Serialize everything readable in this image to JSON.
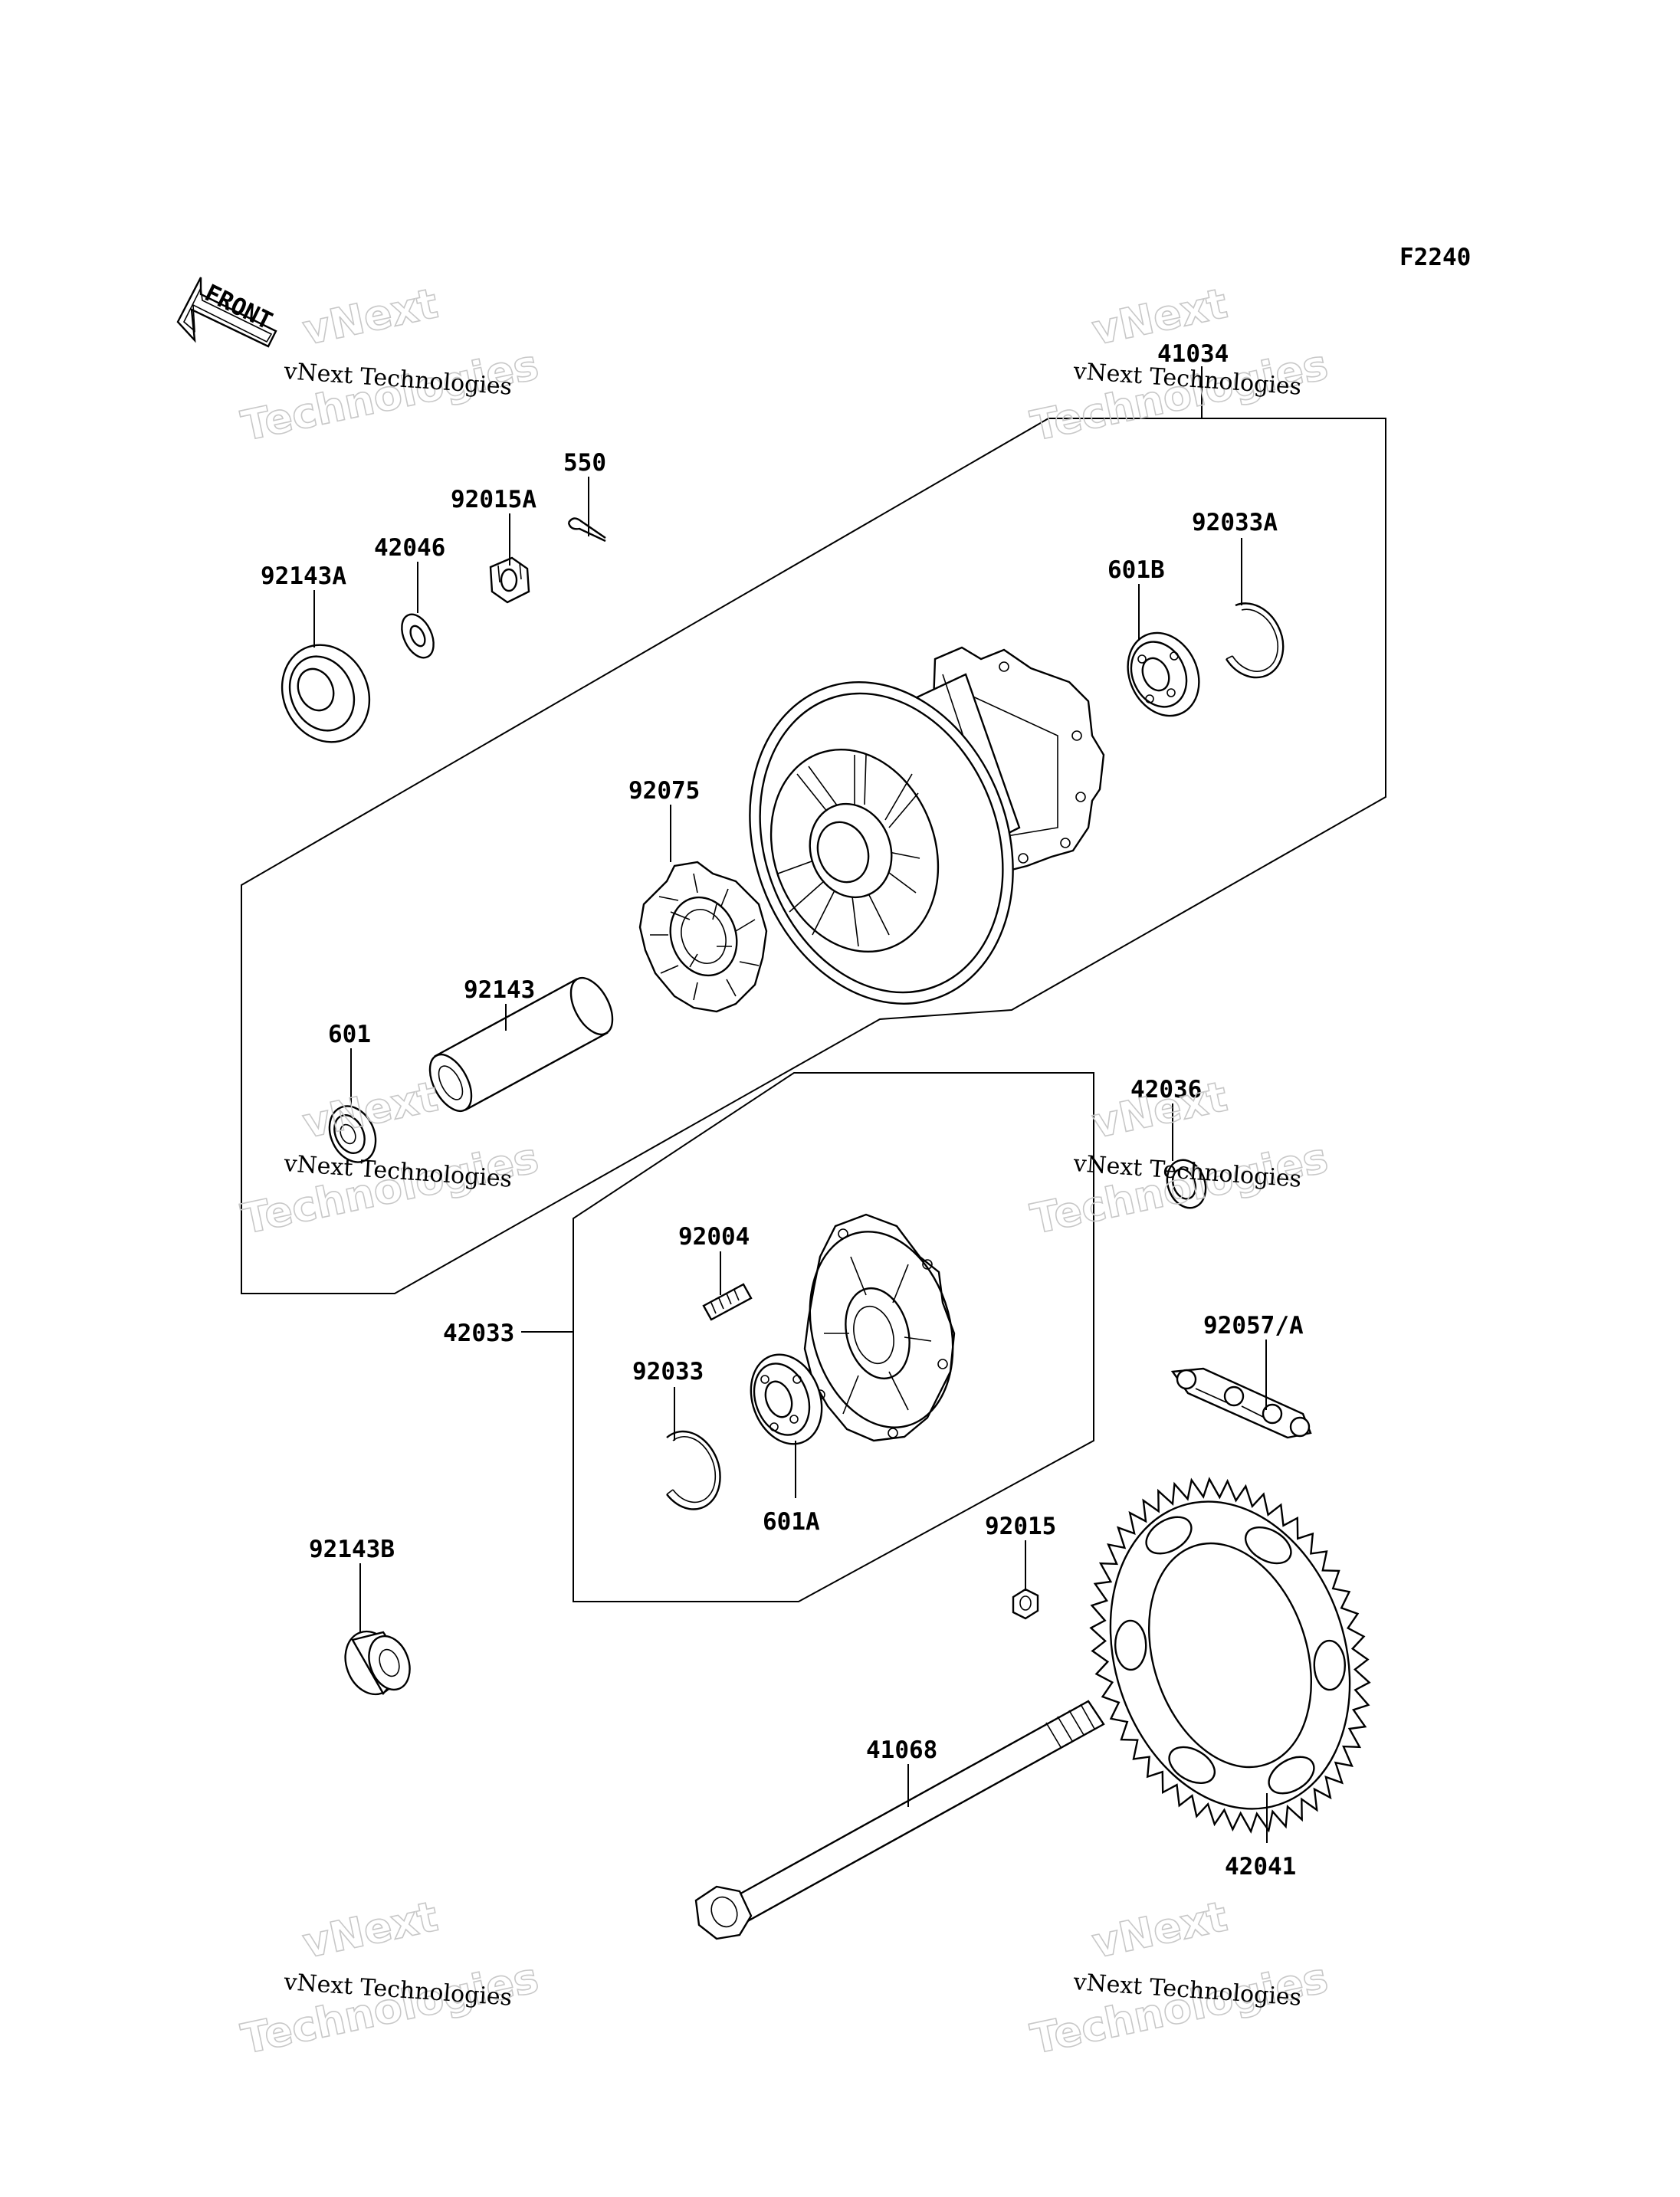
{
  "diagram_code": "F2240",
  "front_label": "FRONT",
  "watermark": {
    "line1": "vNext Technologies",
    "big1": "vNext",
    "big2": "Technologies"
  },
  "parts": [
    {
      "id": "p41034",
      "label": "41034"
    },
    {
      "id": "p550",
      "label": "550"
    },
    {
      "id": "p92015A",
      "label": "92015A"
    },
    {
      "id": "p42046",
      "label": "42046"
    },
    {
      "id": "p92143A",
      "label": "92143A"
    },
    {
      "id": "p601B",
      "label": "601B"
    },
    {
      "id": "p92033A",
      "label": "92033A"
    },
    {
      "id": "p92075",
      "label": "92075"
    },
    {
      "id": "p92143",
      "label": "92143"
    },
    {
      "id": "p601",
      "label": "601"
    },
    {
      "id": "p42036",
      "label": "42036"
    },
    {
      "id": "p92004",
      "label": "92004"
    },
    {
      "id": "p42033",
      "label": "42033"
    },
    {
      "id": "p92033",
      "label": "92033"
    },
    {
      "id": "p601A",
      "label": "601A"
    },
    {
      "id": "p92057A",
      "label": "92057/A"
    },
    {
      "id": "p92015",
      "label": "92015"
    },
    {
      "id": "p92143B",
      "label": "92143B"
    },
    {
      "id": "p41068",
      "label": "41068"
    },
    {
      "id": "p42041",
      "label": "42041"
    }
  ]
}
